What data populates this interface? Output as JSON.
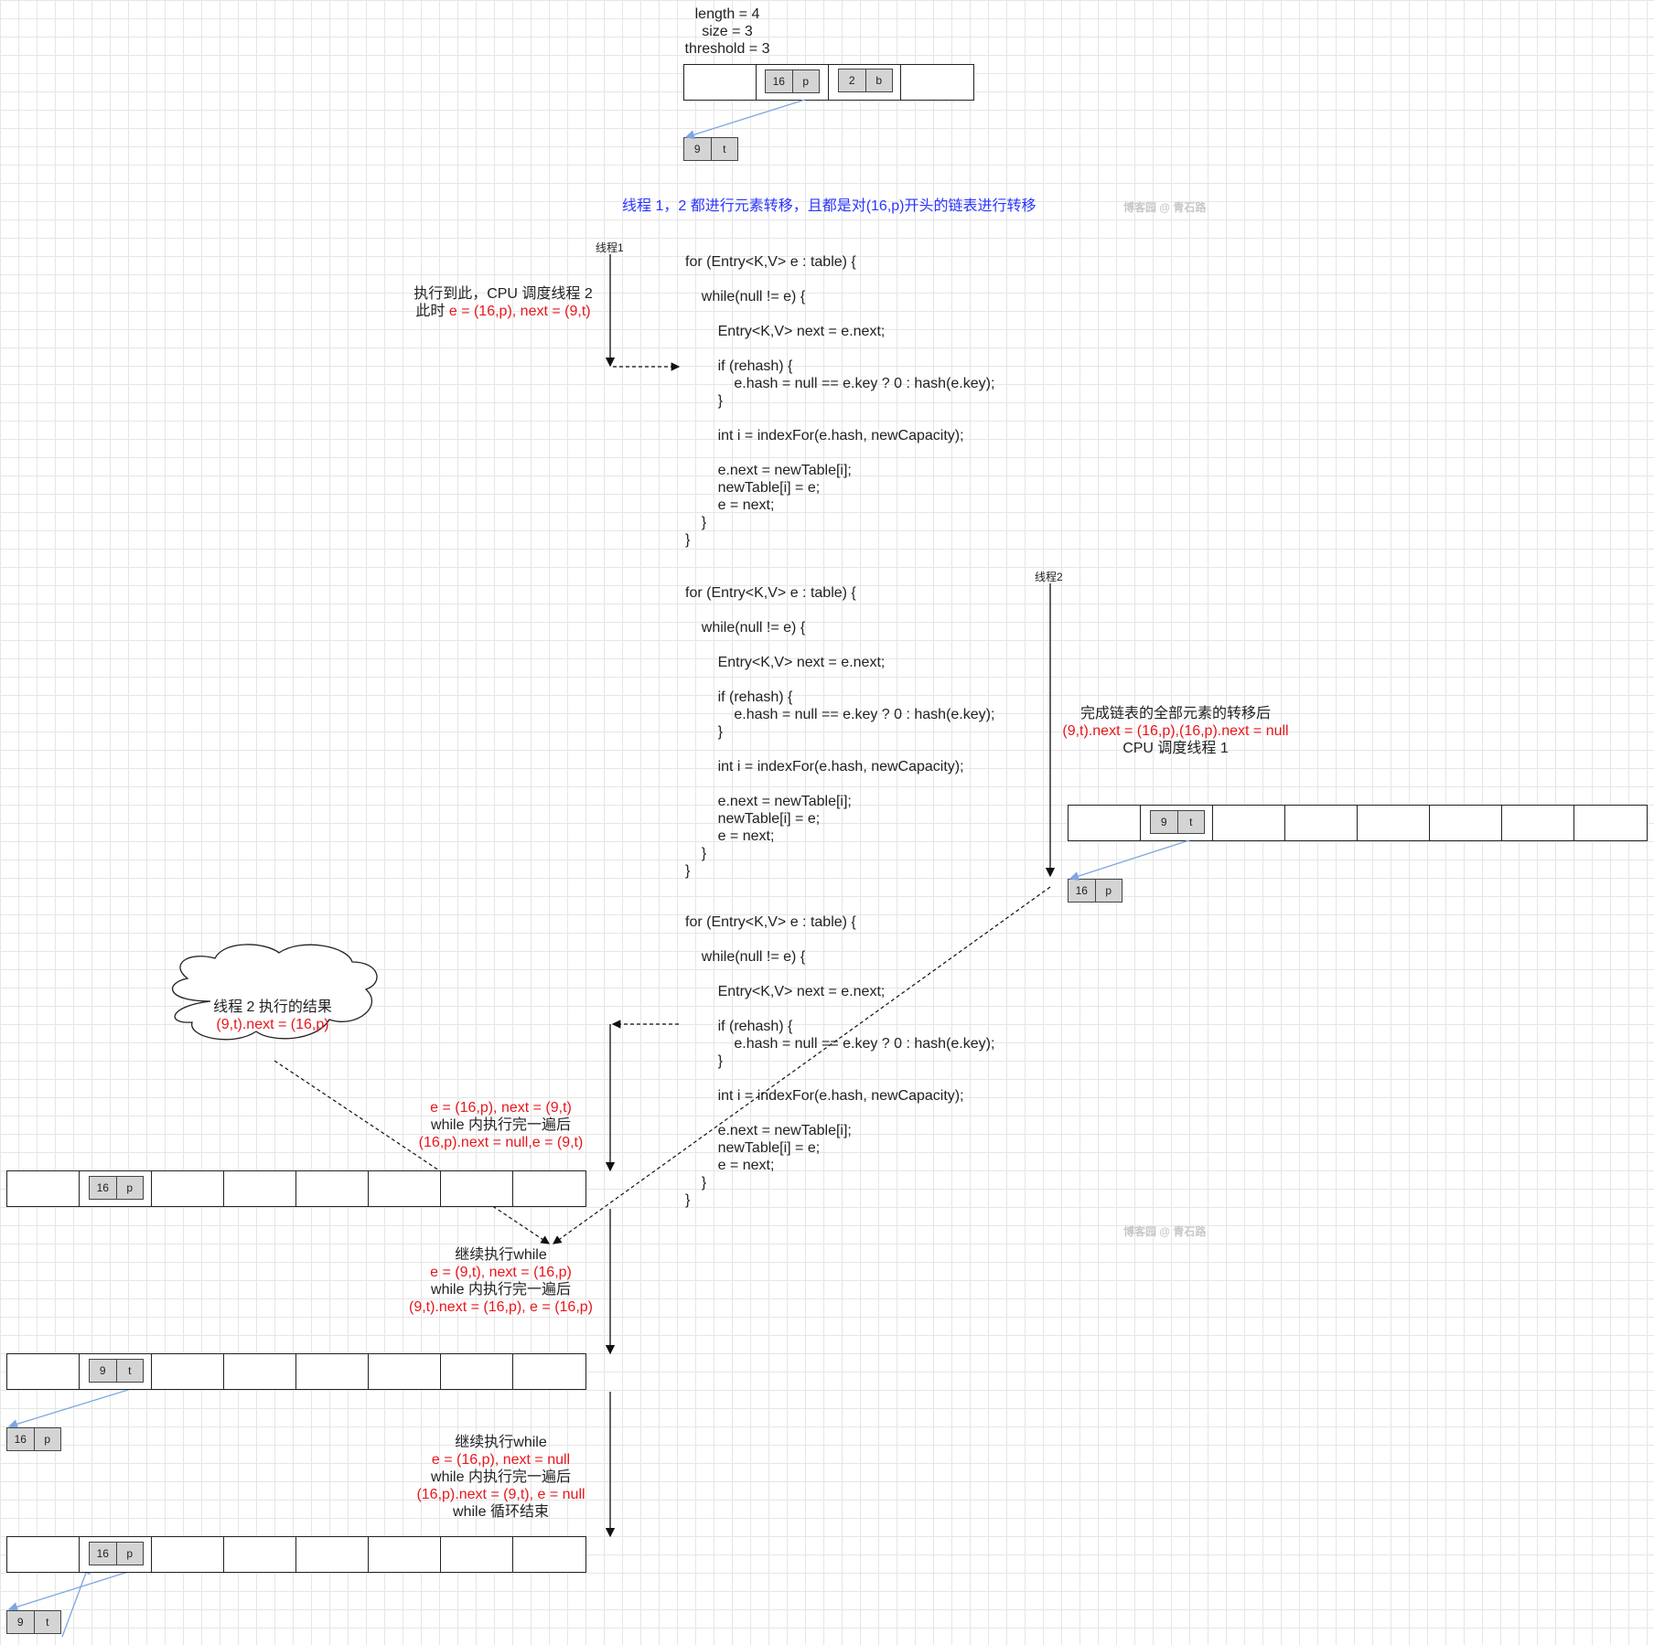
{
  "header": {
    "length": "length = 4",
    "size": "size = 3",
    "threshold": "threshold = 3"
  },
  "title": "线程 1，2 都进行元素转移，且都是对(16,p)开头的链表进行转移",
  "watermark": "博客园 @ 青石路",
  "thread1_label": "线程1",
  "thread2_label": "线程2",
  "note1": {
    "line1": "执行到此，CPU 调度线程 2",
    "line2_prefix": "此时 ",
    "line2_red": "e = (16,p), next = (9,t)"
  },
  "note2": {
    "line1": "完成链表的全部元素的转移后",
    "line2_red": "(9,t).next = (16,p),(16,p).next = null",
    "line3": "CPU 调度线程 1"
  },
  "cloud": {
    "line1": "线程 2 执行的结果",
    "line2_red": "(9,t).next = (16,p)"
  },
  "step1": {
    "line1_red": "e = (16,p), next = (9,t)",
    "line2": "while 内执行完一遍后",
    "line3_red": "(16,p).next = null,e = (9,t)"
  },
  "step2": {
    "line1": "继续执行while",
    "line2_red": "e = (9,t), next = (16,p)",
    "line3": "while 内执行完一遍后",
    "line4_red": "(9,t).next = (16,p), e = (16,p)"
  },
  "step3": {
    "line1": "继续执行while",
    "line2_red": "e = (16,p), next = null",
    "line3": "while 内执行完一遍后",
    "line4_red": "(16,p).next = (9,t), e = null",
    "line5": "while 循环结束"
  },
  "code_lines": [
    "for (Entry<K,V> e : table) {",
    "",
    "    while(null != e) {",
    "",
    "        Entry<K,V> next = e.next;",
    "",
    "        if (rehash) {",
    "            e.hash = null == e.key ? 0 : hash(e.key);",
    "        }",
    "",
    "        int i = indexFor(e.hash, newCapacity);",
    "",
    "        e.next = newTable[i];",
    "        newTable[i] = e;",
    "        e = next;",
    "    }",
    "}"
  ],
  "nodes": {
    "n16p": [
      "16",
      "p"
    ],
    "n2b": [
      "2",
      "b"
    ],
    "n9t": [
      "9",
      "t"
    ]
  },
  "colors": {
    "red": "#e8161b",
    "blue_text": "#2a35ff",
    "link_arrow": "#7ea6e0"
  }
}
